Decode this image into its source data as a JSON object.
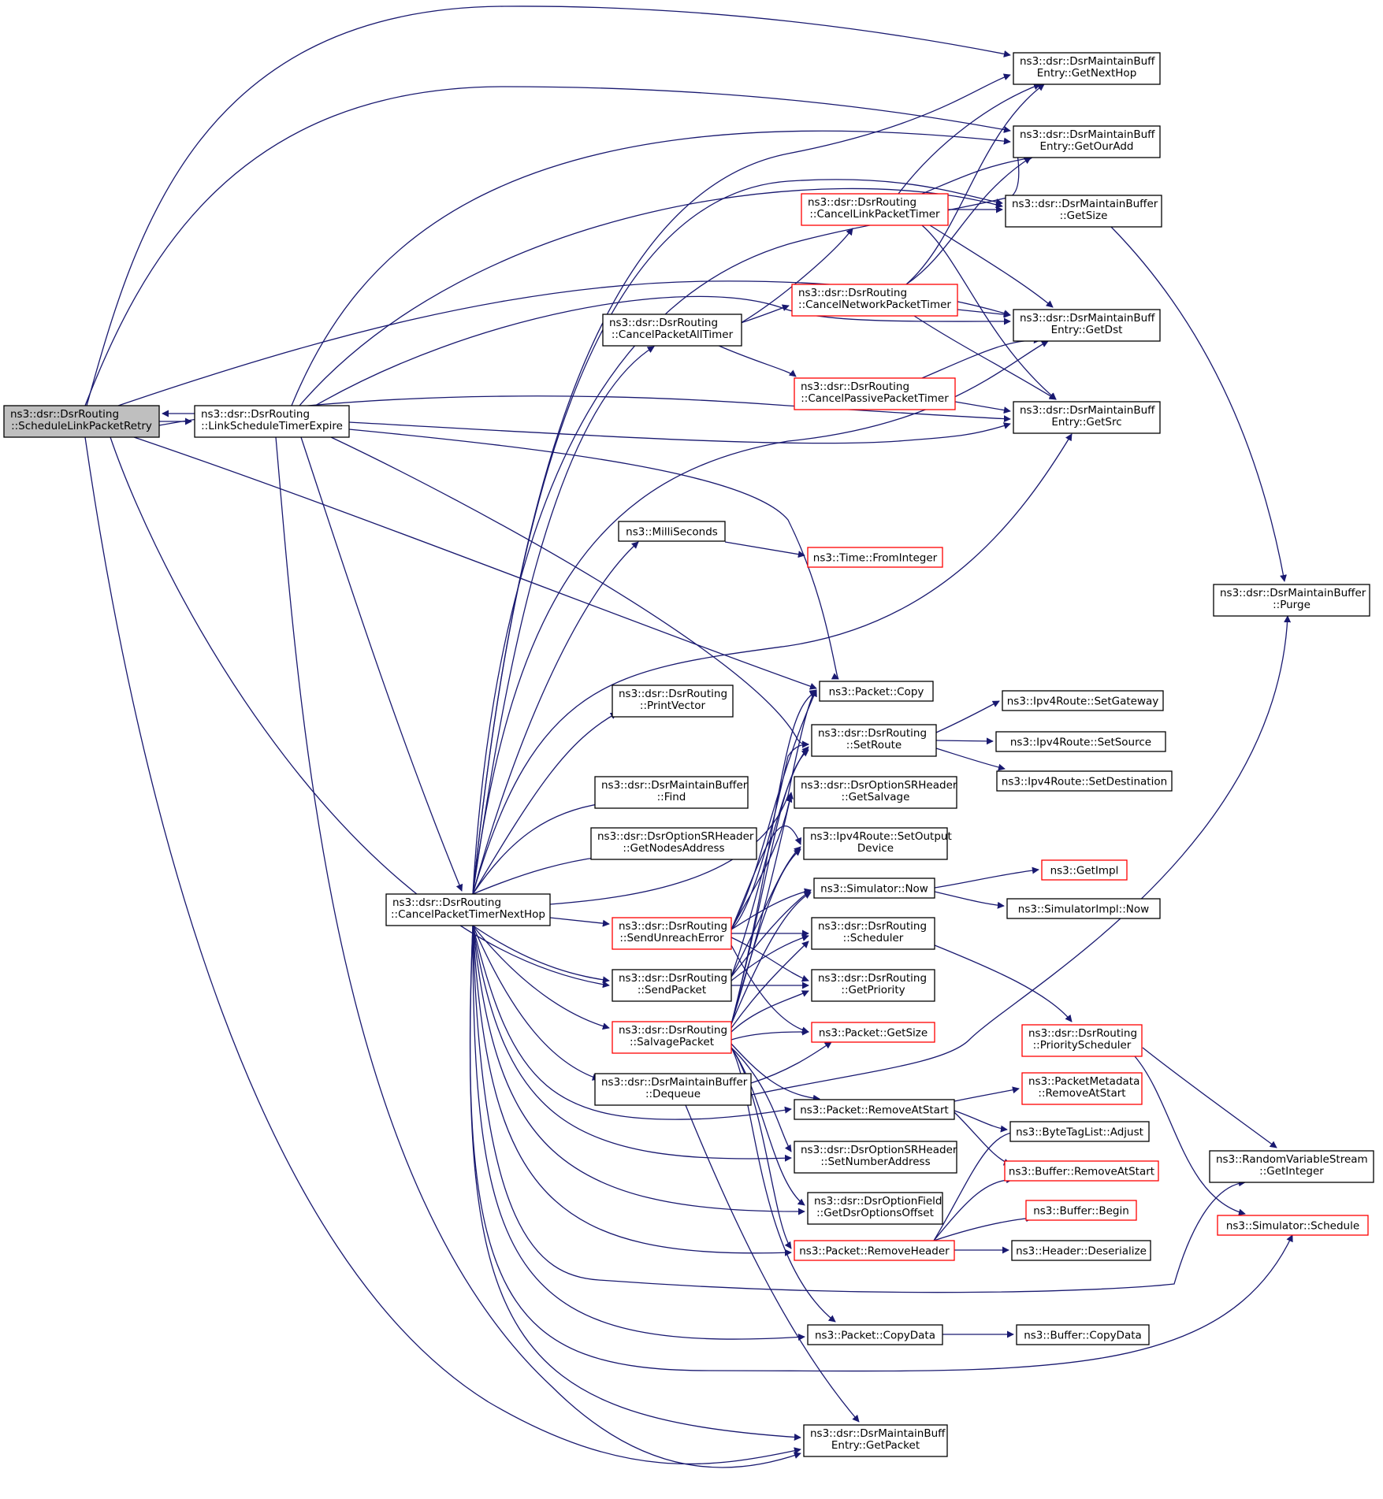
{
  "colors": {
    "edge": "#191970",
    "border_normal": "#000000",
    "border_truncated": "#ff0000",
    "root_fill": "#bfbfbf",
    "node_fill": "#ffffff"
  },
  "nodes": [
    {
      "id": "root",
      "lines": [
        "ns3::dsr::DsrRouting",
        "::ScheduleLinkPacketRetry"
      ],
      "style": "root"
    },
    {
      "id": "link_expire",
      "lines": [
        "ns3::dsr::DsrRouting",
        "::LinkScheduleTimerExpire"
      ],
      "style": "normal"
    },
    {
      "id": "cancel_nexthop",
      "lines": [
        "ns3::dsr::DsrRouting",
        "::CancelPacketTimerNextHop"
      ],
      "style": "normal"
    },
    {
      "id": "get_next_hop",
      "lines": [
        "ns3::dsr::DsrMaintainBuff",
        "Entry::GetNextHop"
      ],
      "style": "normal"
    },
    {
      "id": "get_our_add",
      "lines": [
        "ns3::dsr::DsrMaintainBuff",
        "Entry::GetOurAdd"
      ],
      "style": "normal"
    },
    {
      "id": "get_size_buf",
      "lines": [
        "ns3::dsr::DsrMaintainBuffer",
        "::GetSize"
      ],
      "style": "normal"
    },
    {
      "id": "get_dst",
      "lines": [
        "ns3::dsr::DsrMaintainBuff",
        "Entry::GetDst"
      ],
      "style": "normal"
    },
    {
      "id": "get_src",
      "lines": [
        "ns3::dsr::DsrMaintainBuff",
        "Entry::GetSrc"
      ],
      "style": "normal"
    },
    {
      "id": "cancel_link",
      "lines": [
        "ns3::dsr::DsrRouting",
        "::CancelLinkPacketTimer"
      ],
      "style": "truncated"
    },
    {
      "id": "cancel_network",
      "lines": [
        "ns3::dsr::DsrRouting",
        "::CancelNetworkPacketTimer"
      ],
      "style": "truncated"
    },
    {
      "id": "cancel_all",
      "lines": [
        "ns3::dsr::DsrRouting",
        "::CancelPacketAllTimer"
      ],
      "style": "normal"
    },
    {
      "id": "cancel_passive",
      "lines": [
        "ns3::dsr::DsrRouting",
        "::CancelPassivePacketTimer"
      ],
      "style": "truncated"
    },
    {
      "id": "milliseconds",
      "lines": [
        "ns3::MilliSeconds"
      ],
      "style": "normal"
    },
    {
      "id": "from_integer",
      "lines": [
        "ns3::Time::FromInteger"
      ],
      "style": "truncated"
    },
    {
      "id": "purge",
      "lines": [
        "ns3::dsr::DsrMaintainBuffer",
        "::Purge"
      ],
      "style": "normal"
    },
    {
      "id": "packet_copy",
      "lines": [
        "ns3::Packet::Copy"
      ],
      "style": "normal"
    },
    {
      "id": "print_vector",
      "lines": [
        "ns3::dsr::DsrRouting",
        "::PrintVector"
      ],
      "style": "normal"
    },
    {
      "id": "set_route",
      "lines": [
        "ns3::dsr::DsrRouting",
        "::SetRoute"
      ],
      "style": "normal"
    },
    {
      "id": "set_gateway",
      "lines": [
        "ns3::Ipv4Route::SetGateway"
      ],
      "style": "normal"
    },
    {
      "id": "set_source",
      "lines": [
        "ns3::Ipv4Route::SetSource"
      ],
      "style": "normal"
    },
    {
      "id": "set_destination",
      "lines": [
        "ns3::Ipv4Route::SetDestination"
      ],
      "style": "normal"
    },
    {
      "id": "find",
      "lines": [
        "ns3::dsr::DsrMaintainBuffer",
        "::Find"
      ],
      "style": "normal"
    },
    {
      "id": "get_salvage",
      "lines": [
        "ns3::dsr::DsrOptionSRHeader",
        "::GetSalvage"
      ],
      "style": "normal"
    },
    {
      "id": "get_nodes_address",
      "lines": [
        "ns3::dsr::DsrOptionSRHeader",
        "::GetNodesAddress"
      ],
      "style": "normal"
    },
    {
      "id": "set_output_device",
      "lines": [
        "ns3::Ipv4Route::SetOutput",
        "Device"
      ],
      "style": "normal"
    },
    {
      "id": "get_impl",
      "lines": [
        "ns3::GetImpl"
      ],
      "style": "truncated"
    },
    {
      "id": "simulator_now",
      "lines": [
        "ns3::Simulator::Now"
      ],
      "style": "normal"
    },
    {
      "id": "simimpl_now",
      "lines": [
        "ns3::SimulatorImpl::Now"
      ],
      "style": "normal"
    },
    {
      "id": "send_unreach",
      "lines": [
        "ns3::dsr::DsrRouting",
        "::SendUnreachError"
      ],
      "style": "truncated"
    },
    {
      "id": "scheduler",
      "lines": [
        "ns3::dsr::DsrRouting",
        "::Scheduler"
      ],
      "style": "normal"
    },
    {
      "id": "send_packet",
      "lines": [
        "ns3::dsr::DsrRouting",
        "::SendPacket"
      ],
      "style": "normal"
    },
    {
      "id": "get_priority",
      "lines": [
        "ns3::dsr::DsrRouting",
        "::GetPriority"
      ],
      "style": "normal"
    },
    {
      "id": "salvage_packet",
      "lines": [
        "ns3::dsr::DsrRouting",
        "::SalvagePacket"
      ],
      "style": "truncated"
    },
    {
      "id": "packet_get_size",
      "lines": [
        "ns3::Packet::GetSize"
      ],
      "style": "truncated"
    },
    {
      "id": "priority_scheduler",
      "lines": [
        "ns3::dsr::DsrRouting",
        "::PriorityScheduler"
      ],
      "style": "truncated"
    },
    {
      "id": "dequeue",
      "lines": [
        "ns3::dsr::DsrMaintainBuffer",
        "::Dequeue"
      ],
      "style": "normal"
    },
    {
      "id": "pkt_metadata_remove",
      "lines": [
        "ns3::PacketMetadata",
        "::RemoveAtStart"
      ],
      "style": "truncated"
    },
    {
      "id": "packet_remove_at_start",
      "lines": [
        "ns3::Packet::RemoveAtStart"
      ],
      "style": "normal"
    },
    {
      "id": "bytetag_adjust",
      "lines": [
        "ns3::ByteTagList::Adjust"
      ],
      "style": "normal"
    },
    {
      "id": "set_number_address",
      "lines": [
        "ns3::dsr::DsrOptionSRHeader",
        "::SetNumberAddress"
      ],
      "style": "normal"
    },
    {
      "id": "random_get_integer",
      "lines": [
        "ns3::RandomVariableStream",
        "::GetInteger"
      ],
      "style": "normal"
    },
    {
      "id": "buffer_remove_at_start",
      "lines": [
        "ns3::Buffer::RemoveAtStart"
      ],
      "style": "truncated"
    },
    {
      "id": "get_dsr_options_offset",
      "lines": [
        "ns3::dsr::DsrOptionField",
        "::GetDsrOptionsOffset"
      ],
      "style": "normal"
    },
    {
      "id": "buffer_begin",
      "lines": [
        "ns3::Buffer::Begin"
      ],
      "style": "truncated"
    },
    {
      "id": "simulator_schedule",
      "lines": [
        "ns3::Simulator::Schedule"
      ],
      "style": "truncated"
    },
    {
      "id": "remove_header",
      "lines": [
        "ns3::Packet::RemoveHeader"
      ],
      "style": "truncated"
    },
    {
      "id": "header_deserialize",
      "lines": [
        "ns3::Header::Deserialize"
      ],
      "style": "normal"
    },
    {
      "id": "packet_copy_data",
      "lines": [
        "ns3::Packet::CopyData"
      ],
      "style": "normal"
    },
    {
      "id": "buffer_copy_data",
      "lines": [
        "ns3::Buffer::CopyData"
      ],
      "style": "normal"
    },
    {
      "id": "get_packet",
      "lines": [
        "ns3::dsr::DsrMaintainBuff",
        "Entry::GetPacket"
      ],
      "style": "normal"
    }
  ]
}
